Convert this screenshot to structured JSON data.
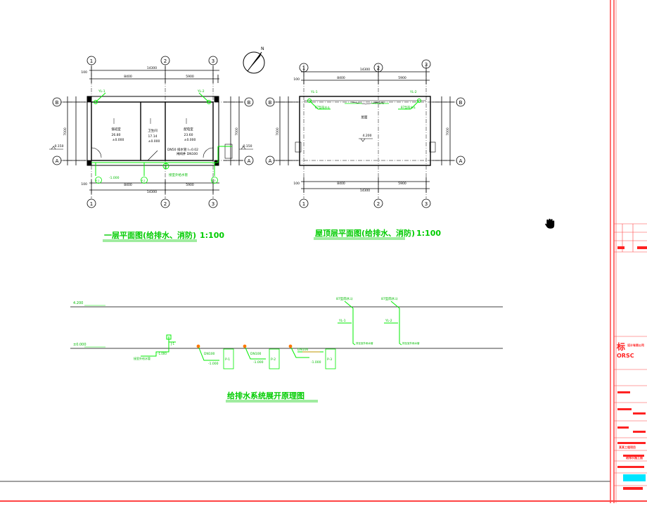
{
  "colors": {
    "line": "#000000",
    "pipe": "#00ee00",
    "label": "#00bb00",
    "fixture": "#ff7700",
    "frame": "#ff4444",
    "titleblock_accent": "#00e5ff",
    "titleblock_fill": "#ff2222"
  },
  "plan1": {
    "title": "一层平面图(给排水、消防)",
    "scale": "1:100",
    "total_dim": "14300",
    "bay_dims": [
      "8400",
      "5900"
    ],
    "edge_dim": "100",
    "depth_dim": "7000",
    "axes_x": [
      "1",
      "2",
      "3"
    ],
    "axes_y": [
      "B",
      "A"
    ],
    "level_left": "-0.150",
    "level_right": "-0.150",
    "rooms": [
      {
        "name": "值班室",
        "area": "26.80",
        "level": "±0.000"
      },
      {
        "name": "卫生间",
        "area": "17.14",
        "level": "±0.000"
      },
      {
        "name": "配电室",
        "area": "23.60",
        "level": "±0.000"
      }
    ],
    "riser_labels": [
      "YL-1",
      "YL-2"
    ],
    "note_pipe": "DN50 排水管 I=0.02",
    "note_valve": "闸阀井 DN100"
  },
  "plan2": {
    "title": "屋顶层平面图(给排水、消防)",
    "scale": "1:100",
    "total_dim": "14300",
    "bay_dims": [
      "8400",
      "5900"
    ],
    "edge_dim": "100",
    "depth_dim": "7000",
    "axes_x": [
      "1",
      "2",
      "3"
    ],
    "axes_y": [
      "B",
      "A"
    ],
    "roof_label": "屋面",
    "roof_level": "4.200",
    "slope": "i=2%",
    "riser_labels": [
      "YL-1",
      "YL-2"
    ],
    "drain_labels": [
      "87型雨水斗",
      "87型雨水斗"
    ]
  },
  "north": {
    "label": "N"
  },
  "system": {
    "title": "给排水系统展开原理图",
    "level_top": "4.200",
    "level_mid": "±0.000",
    "risers": [
      "YL-1",
      "YL-2"
    ],
    "riser_tags": [
      "87型雨水斗",
      "87型雨水斗"
    ],
    "riser_out": [
      "排至室外雨水管",
      "排至室外雨水管"
    ],
    "drains": [
      "P-1",
      "P-2",
      "P-3"
    ],
    "drain_levels": [
      "-1.000",
      "-1.000",
      "-1.000"
    ],
    "drain_tags": [
      "DN100",
      "DN100",
      "DN100"
    ],
    "supply_tag": "J-1",
    "supply_note": "接室外给水管",
    "supply_level": "-1.000"
  },
  "titleblock": {
    "company_big": "标",
    "company_code": "ORSC",
    "company_name": "设计有限公司",
    "project": "某某工程项目",
    "drawing": "给排水施工图"
  }
}
